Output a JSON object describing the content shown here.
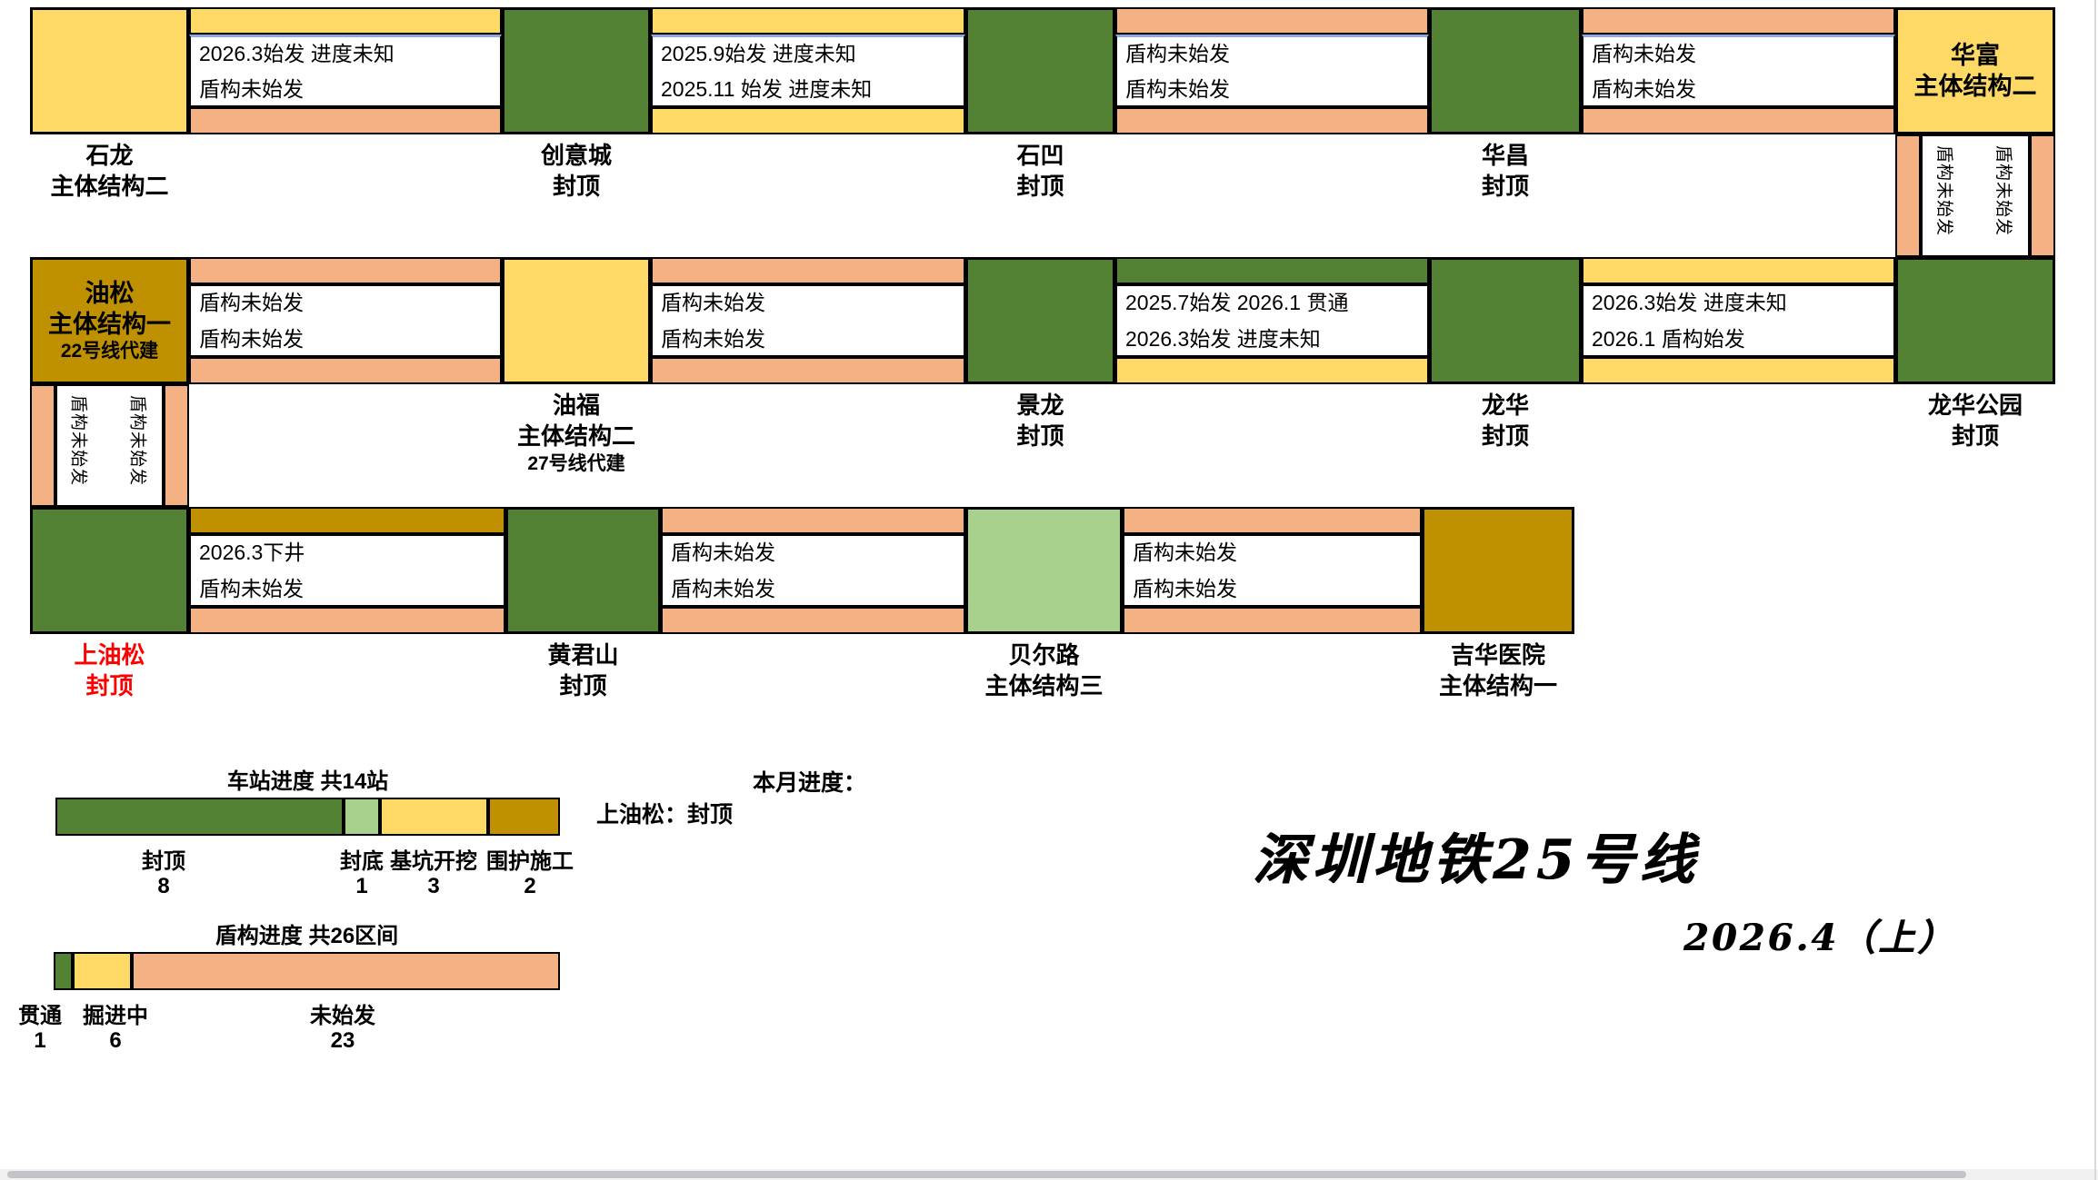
{
  "title": {
    "main": "深圳地铁25号线",
    "date": "2026.4（上）"
  },
  "monthly": {
    "heading": "本月进度：",
    "entry": "上油松：封顶"
  },
  "colors": {
    "capped": "#548235",
    "base-sealed": "#A9D18E",
    "excavation": "#FFD966",
    "enclosure": "#BF9000",
    "through": "#548235",
    "boring": "#FFD966",
    "not-started": "#F4B183"
  },
  "legend_station": {
    "title": "车站进度 共14站",
    "total": 14,
    "items": [
      {
        "label": "封顶",
        "count": "8",
        "status": "capped"
      },
      {
        "label": "封底",
        "count": "1",
        "status": "base-sealed"
      },
      {
        "label": "基坑开挖",
        "count": "3",
        "status": "excavation"
      },
      {
        "label": "围护施工",
        "count": "2",
        "status": "enclosure"
      }
    ]
  },
  "legend_shield": {
    "title": "盾构进度 共26区间",
    "total": 26,
    "items": [
      {
        "label": "贯通",
        "count": "1",
        "status": "through"
      },
      {
        "label": "掘进中",
        "count": "6",
        "status": "boring"
      },
      {
        "label": "未始发",
        "count": "23",
        "status": "not-started"
      }
    ]
  },
  "rows": [
    {
      "items": [
        {
          "type": "station",
          "id": "shilong",
          "status": "excavation",
          "lines": [
            "石龙",
            "主体结构二"
          ],
          "label": "below"
        },
        {
          "type": "segment",
          "top": "boring",
          "bottom": "not-started",
          "lines": [
            "2026.3始发 进度未知",
            "盾构未始发"
          ]
        },
        {
          "type": "station",
          "id": "chuangyicheng",
          "status": "capped",
          "lines": [
            "创意城",
            "封顶"
          ],
          "label": "below"
        },
        {
          "type": "segment",
          "top": "boring",
          "bottom": "boring",
          "lines": [
            "2025.9始发 进度未知",
            "2025.11 始发 进度未知"
          ]
        },
        {
          "type": "station",
          "id": "shiao",
          "status": "capped",
          "lines": [
            "石凹",
            "封顶"
          ],
          "label": "below"
        },
        {
          "type": "segment",
          "top": "not-started",
          "bottom": "not-started",
          "lines": [
            "盾构未始发",
            "盾构未始发"
          ]
        },
        {
          "type": "station",
          "id": "huachang",
          "status": "capped",
          "lines": [
            "华昌",
            "封顶"
          ],
          "label": "below"
        },
        {
          "type": "segment",
          "top": "not-started",
          "bottom": "not-started",
          "lines": [
            "盾构未始发",
            "盾构未始发"
          ]
        },
        {
          "type": "station",
          "id": "huafu",
          "status": "excavation",
          "lines": [
            "华富",
            "主体结构二"
          ],
          "label": "inside"
        }
      ]
    },
    {
      "items": [
        {
          "type": "station",
          "id": "yousong",
          "status": "enclosure",
          "lines": [
            "油松",
            "主体结构一",
            "22号线代建"
          ],
          "label": "inside"
        },
        {
          "type": "segment",
          "top": "not-started",
          "bottom": "not-started",
          "lines": [
            "盾构未始发",
            "盾构未始发"
          ]
        },
        {
          "type": "station",
          "id": "youfu",
          "status": "excavation",
          "lines": [
            "油福",
            "主体结构二",
            "27号线代建"
          ],
          "label": "below"
        },
        {
          "type": "segment",
          "top": "not-started",
          "bottom": "not-started",
          "lines": [
            "盾构未始发",
            "盾构未始发"
          ]
        },
        {
          "type": "station",
          "id": "jinglong",
          "status": "capped",
          "lines": [
            "景龙",
            "封顶"
          ],
          "label": "below"
        },
        {
          "type": "segment",
          "top": "through",
          "bottom": "boring",
          "lines": [
            "2025.7始发 2026.1 贯通",
            "2026.3始发 进度未知"
          ]
        },
        {
          "type": "station",
          "id": "longhua",
          "status": "capped",
          "lines": [
            "龙华",
            "封顶"
          ],
          "label": "below"
        },
        {
          "type": "segment",
          "top": "boring",
          "bottom": "boring",
          "lines": [
            "2026.3始发 进度未知",
            "2026.1 盾构始发"
          ]
        },
        {
          "type": "station",
          "id": "longhuagongyuan",
          "status": "capped",
          "lines": [
            "龙华公园",
            "封顶"
          ],
          "label": "below"
        }
      ]
    },
    {
      "items": [
        {
          "type": "station",
          "id": "shangyousong",
          "status": "capped",
          "lines": [
            "上油松",
            "封顶"
          ],
          "label": "below",
          "label_color": "#FF0000"
        },
        {
          "type": "segment",
          "top": "enclosure",
          "bottom": "not-started",
          "lines": [
            "2026.3下井",
            "盾构未始发"
          ]
        },
        {
          "type": "station",
          "id": "huangjunshan",
          "status": "capped",
          "lines": [
            "黄君山",
            "封顶"
          ],
          "label": "below"
        },
        {
          "type": "segment",
          "top": "not-started",
          "bottom": "not-started",
          "lines": [
            "盾构未始发",
            "盾构未始发"
          ]
        },
        {
          "type": "station",
          "id": "beierlu",
          "status": "base-sealed",
          "lines": [
            "贝尔路",
            "主体结构三"
          ],
          "label": "below"
        },
        {
          "type": "segment",
          "top": "not-started",
          "bottom": "not-started",
          "lines": [
            "盾构未始发",
            "盾构未始发"
          ]
        },
        {
          "type": "station",
          "id": "jihuayiyuan",
          "status": "enclosure",
          "lines": [
            "吉华医院",
            "主体结构一"
          ],
          "label": "below"
        }
      ]
    }
  ],
  "connectors": [
    {
      "id": "huafu-longhuagongyuan",
      "left": "not-started",
      "right": "not-started",
      "lines": [
        "盾构未始发",
        "盾构未始发"
      ]
    },
    {
      "id": "yousong-shangyousong",
      "left": "not-started",
      "right": "not-started",
      "lines": [
        "盾构未始发",
        "盾构未始发"
      ]
    }
  ]
}
